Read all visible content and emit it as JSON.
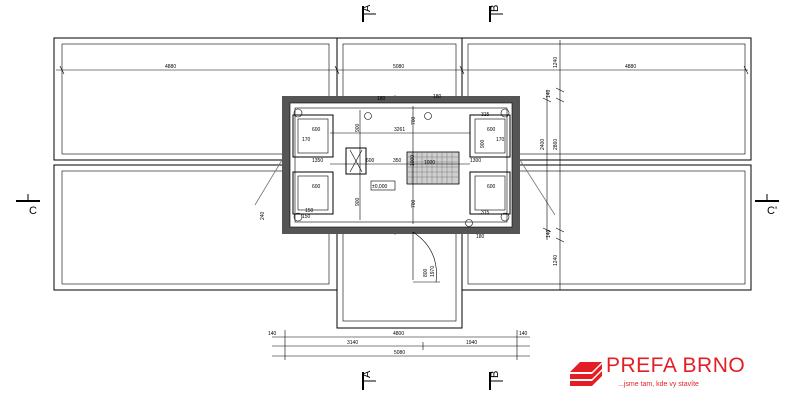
{
  "sections": {
    "a_top": "A",
    "b_top": "B",
    "a_bottom": "A",
    "b_bottom": "B",
    "c_left": "C",
    "c_right": "C'"
  },
  "dimensions": {
    "d4880_left": "4880",
    "d5080_center": "5080",
    "d4880_right": "4880",
    "d1240_right_top": "1240",
    "d1240_right_bottom": "1240",
    "d140_top": "140",
    "d140_bottom": "140",
    "d2400": "2400",
    "d2860": "2860",
    "d3261": "3261",
    "d1350": "1350",
    "d1300": "1300",
    "d600_a": "600",
    "d600_b": "600",
    "d600_c": "600",
    "d600_d": "600",
    "d600_mid": "600",
    "d350": "350",
    "d900_a": "900",
    "d900_b": "900",
    "d900_c": "900",
    "d700_a": "700",
    "d700_b": "700",
    "d1000_a": "1000",
    "d1000_b": "1000",
    "d315_a": "315",
    "d315_b": "315",
    "d170_a": "170",
    "d170_b": "170",
    "d150_a": "150",
    "d150_b": "150",
    "d180_a": "180",
    "d180_b": "180",
    "d180_c": "180",
    "d240": "240",
    "d800": "800",
    "d1970": "1970",
    "level": "±0,000",
    "b140_left": "140",
    "b4800": "4800",
    "b140_right": "140",
    "b3140": "3140",
    "b1940": "1940",
    "b5080": "5080"
  },
  "logo": {
    "title": "PREFA BRNO",
    "tagline": "...jsme tam, kde vy stavíte",
    "color": "#e31e24"
  }
}
